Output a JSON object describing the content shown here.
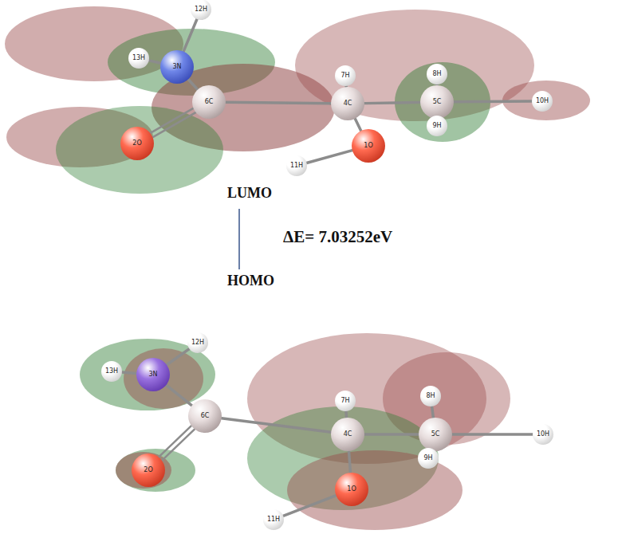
{
  "diagram": {
    "nodes": [
      {
        "text": [
          "12H"
        ]
      },
      {
        "text": [
          "13H"
        ]
      },
      {
        "text": [
          "3N"
        ]
      },
      {
        "text": [
          "6C"
        ]
      },
      {
        "text": [
          "7H"
        ]
      },
      {
        "text": [
          "4C"
        ]
      },
      {
        "text": [
          "8H"
        ]
      },
      {
        "text": [
          "5C"
        ]
      },
      {
        "text": [
          "10H"
        ]
      },
      {
        "text": [
          "9H"
        ]
      },
      {
        "text": [
          "2O"
        ]
      },
      {
        "text": [
          "1O"
        ]
      },
      {
        "text": [
          "11H"
        ]
      },
      {
        "text": [
          "12H"
        ]
      },
      {
        "text": [
          "13H"
        ]
      },
      {
        "text": [
          "3N"
        ]
      },
      {
        "text": [
          "6C"
        ]
      },
      {
        "text": [
          "7H"
        ]
      },
      {
        "text": [
          "4C"
        ]
      },
      {
        "text": [
          "8H"
        ]
      },
      {
        "text": [
          "5C"
        ]
      },
      {
        "text": [
          "10H"
        ]
      },
      {
        "text": [
          "9H"
        ]
      },
      {
        "text": [
          "2O"
        ]
      },
      {
        "text": [
          "1O"
        ]
      },
      {
        "text": [
          "11H"
        ]
      }
    ],
    "edges": [
      {
        "from": 1,
        "to": 2,
        "arrow": "none"
      },
      {
        "from": 0,
        "to": 2,
        "arrow": "none"
      },
      {
        "from": 2,
        "to": 3,
        "arrow": "none"
      },
      {
        "from": 3,
        "to": 10,
        "arrow": "none"
      },
      {
        "from": 3,
        "to": 5,
        "arrow": "none"
      },
      {
        "from": 5,
        "to": 4,
        "arrow": "none"
      },
      {
        "from": 5,
        "to": 11,
        "arrow": "none"
      },
      {
        "from": 11,
        "to": 12,
        "arrow": "none"
      },
      {
        "from": 5,
        "to": 7,
        "arrow": "none"
      },
      {
        "from": 7,
        "to": 6,
        "arrow": "none"
      },
      {
        "from": 7,
        "to": 9,
        "arrow": "none"
      },
      {
        "from": 7,
        "to": 8,
        "arrow": "none"
      },
      {
        "from": 14,
        "to": 15,
        "arrow": "none"
      },
      {
        "from": 13,
        "to": 15,
        "arrow": "none"
      },
      {
        "from": 15,
        "to": 16,
        "arrow": "none"
      },
      {
        "from": 16,
        "to": 23,
        "arrow": "none"
      },
      {
        "from": 16,
        "to": 18,
        "arrow": "none"
      },
      {
        "from": 18,
        "to": 17,
        "arrow": "none"
      },
      {
        "from": 18,
        "to": 24,
        "arrow": "none"
      },
      {
        "from": 24,
        "to": 25,
        "arrow": "none"
      },
      {
        "from": 18,
        "to": 20,
        "arrow": "none"
      },
      {
        "from": 20,
        "to": 19,
        "arrow": "none"
      },
      {
        "from": 20,
        "to": 22,
        "arrow": "none"
      },
      {
        "from": 20,
        "to": 21,
        "arrow": "none"
      }
    ],
    "labels": [
      "LUMO",
      "ΔE= 7.03252eV",
      "HOMO"
    ]
  }
}
